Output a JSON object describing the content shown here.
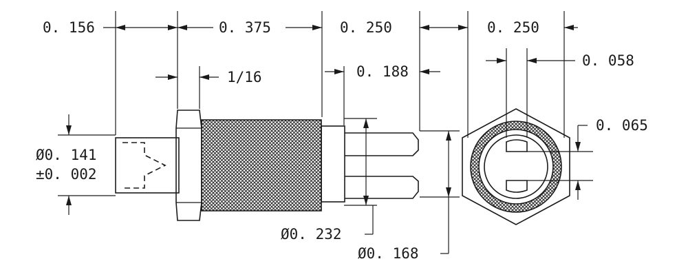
{
  "dimensions": {
    "head_length": "0. 156",
    "body_length": "0. 375",
    "pin_length": "0. 250",
    "end_view_width": "0. 250",
    "flange_thickness": "1/16",
    "pin_span": "0. 188",
    "slot_width": "0. 058",
    "slot_height": "0. 065",
    "head_diameter": "Ø0. 141",
    "head_tolerance": "±0. 002",
    "body_diameter": "Ø0. 232",
    "pin_diameter": "Ø0. 168"
  },
  "colors": {
    "line": "#1a1a1a",
    "knurl": "#4a4a4a",
    "background": "#ffffff"
  },
  "views": [
    "side-view",
    "end-view"
  ]
}
